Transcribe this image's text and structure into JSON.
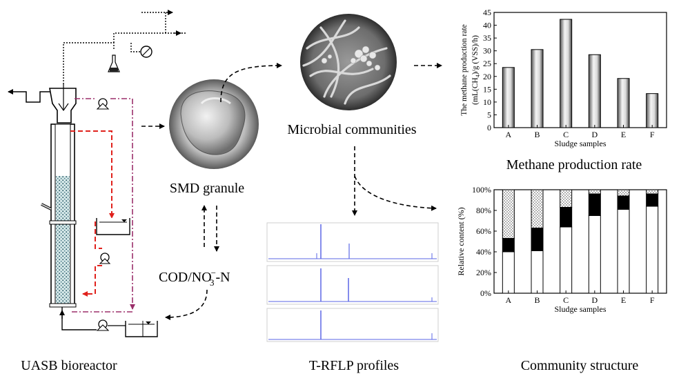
{
  "labels": {
    "uasb": "UASB bioreactor",
    "granule": "SMD granule",
    "cod_main": "COD/NO",
    "cod_sub": "3",
    "cod_sup": "−",
    "cod_tail": "-N",
    "microbial": "Microbial communities",
    "trflp": "T-RFLP profiles",
    "methane_title": "Methane production rate",
    "community_title": "Community structure"
  },
  "colors": {
    "recycle_red": "#e0201b",
    "effluent_purple": "#9b2f6a",
    "flow_black": "#000000",
    "trace_blue": "#5a66e6"
  },
  "chart_data": [
    {
      "type": "bar",
      "categories": [
        "A",
        "B",
        "C",
        "D",
        "E",
        "F"
      ],
      "values": [
        23.5,
        30.5,
        42.3,
        28.5,
        19.2,
        13.3
      ],
      "xlabel": "Sludge samples",
      "ylabel_line1": "The methane production rate",
      "ylabel_line2": "(mL(CH",
      "ylabel_sub": "4",
      "ylabel_line2_tail": ")/g (VSS)/h)",
      "ylim": [
        0,
        45
      ],
      "yticks": [
        0,
        5,
        10,
        15,
        20,
        25,
        30,
        35,
        40,
        45
      ]
    },
    {
      "type": "bar",
      "stacked": true,
      "categories": [
        "A",
        "B",
        "C",
        "D",
        "E",
        "F"
      ],
      "series": [
        {
          "values": [
            40,
            41,
            64,
            75,
            81,
            84
          ],
          "fill": "white"
        },
        {
          "values": [
            13,
            22,
            19,
            21,
            13,
            12
          ],
          "fill": "black"
        },
        {
          "values": [
            47,
            37,
            17,
            4,
            6,
            4
          ],
          "fill": "dotted"
        }
      ],
      "xlabel": "Sludge samples",
      "ylabel": "Relative content (%)",
      "ylim": [
        0,
        100
      ],
      "yticks": [
        "0%",
        "20%",
        "40%",
        "60%",
        "80%",
        "100%"
      ]
    }
  ]
}
